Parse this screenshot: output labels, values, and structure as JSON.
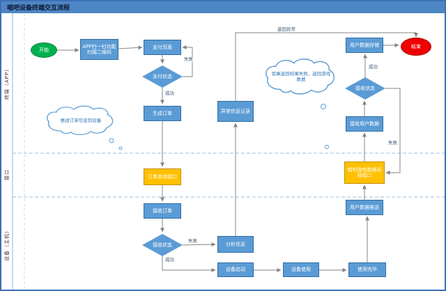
{
  "title": "唱吧设备终端交互流程",
  "lanes": {
    "terminal": "终端（APP）",
    "interface": "接口",
    "device": "设备（主机）"
  },
  "nodes": {
    "start": "开始",
    "scan_qr": "APP扫一扫功能扫描二维码",
    "pay_page": "支付页面",
    "pay_status": "支付状态",
    "create_order": "生成订单",
    "push_order_cloud": "推送订单信息到设备",
    "exception_record": "异常信息记录",
    "result_fail_cloud": "如果返回结果失败，返回游戏数据",
    "user_data_store": "用户数据存储",
    "end": "结束",
    "app_recv_status": "接收状态",
    "recv_user_data": "接收用户数据",
    "order_query_api": "订单查询接口",
    "game_data_return_api": "唱吧游戏数据返回接口",
    "recv_order": "接收订单",
    "device_recv_status": "接收状态",
    "analyze_info": "分析信息",
    "user_data_push": "用户数据推送",
    "device_start": "设备启动",
    "device_use": "设备使用",
    "use_complete": "使用完毕"
  },
  "edge_labels": {
    "pay_fail": "失败",
    "pay_success": "成功",
    "device_recv_fail": "失败",
    "device_recv_success": "成功",
    "app_recv_success": "成功",
    "app_recv_fail": "失败",
    "return_exception": "返回异常"
  },
  "colors": {
    "process_blue": "#5b9bd5",
    "interface_orange": "#ffc000",
    "start_green": "#00b050",
    "end_red": "#f00000",
    "title_bar": "#4d86c4",
    "arrow": "#848484"
  }
}
